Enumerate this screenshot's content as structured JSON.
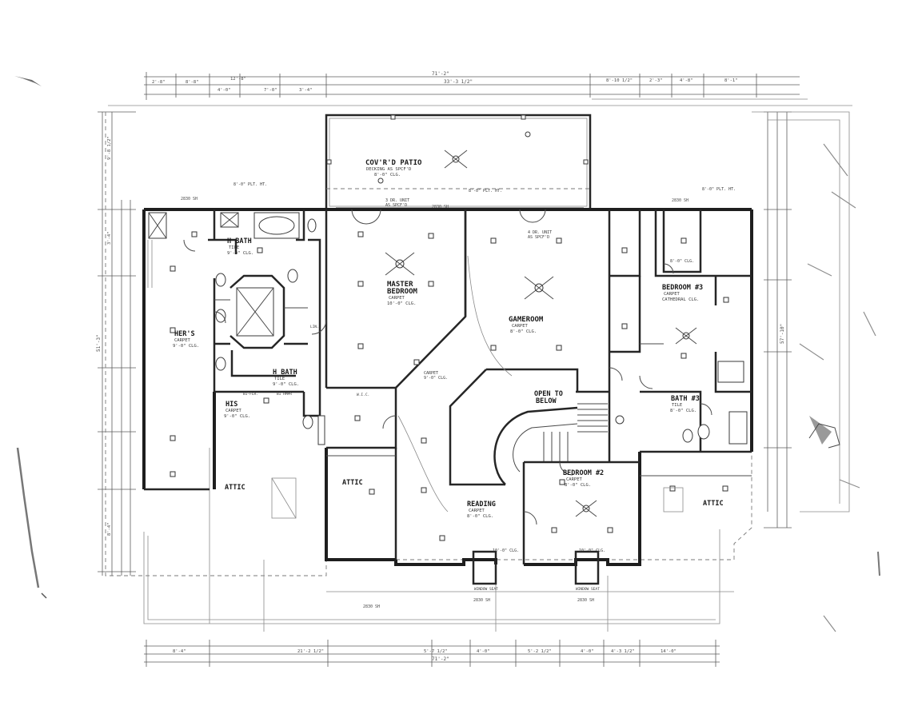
{
  "rooms": {
    "patio": {
      "name": "COV'R'D PATIO",
      "note1": "DECKING AS SPCF'D",
      "note2": "8'-0\" CLG."
    },
    "master": {
      "name": "MASTER",
      "name2": "BEDROOM",
      "floor": "CARPET",
      "ceiling": "10'-0\" CLG."
    },
    "gameroom": {
      "name": "GAMEROOM",
      "floor": "CARPET",
      "ceiling": "8'-0\" CLG."
    },
    "bedroom3": {
      "name": "BEDROOM #3",
      "floor": "CARPET",
      "ceiling": "CATHEDRAL CLG."
    },
    "bedroom2": {
      "name": "BEDROOM #2",
      "floor": "CARPET",
      "ceiling": "8'-0\" CLG."
    },
    "hbath1": {
      "name": "H BATH",
      "floor": "TILE",
      "ceiling": "9'-0\" CLG."
    },
    "hbath2": {
      "name": "H BATH",
      "floor": "TILE",
      "ceiling": "9'-0\" CLG."
    },
    "hers": {
      "name": "HER'S",
      "floor": "CARPET",
      "ceiling": "9'-0\" CLG."
    },
    "his": {
      "name": "HIS",
      "floor": "CARPET",
      "ceiling": "9'-0\" CLG."
    },
    "bath3": {
      "name": "BATH #3",
      "floor": "TILE",
      "ceiling": "8'-0\" CLG."
    },
    "reading": {
      "name": "READING",
      "floor": "CARPET",
      "ceiling": "8'-0\" CLG."
    },
    "opentobelow": {
      "name": "OPEN TO",
      "name2": "BELOW"
    },
    "attic_left": {
      "name": "ATTIC"
    },
    "attic_mid": {
      "name": "ATTIC"
    },
    "attic_right": {
      "name": "ATTIC"
    }
  },
  "notes": {
    "ac_unit_master": "3 DR. UNIT",
    "ac_unit_master2": "AS SPCF'D",
    "ac_unit_game": "4 DR. UNIT",
    "ac_unit_game2": "AS SPCF'D",
    "plate_height_left": "8'-0\" PLT. HT.",
    "plate_height_mid": "8'-0\" PLT. HT.",
    "plate_height_right": "8'-0\" PLT. HT.",
    "carpet_mid": "CARPET",
    "carpet_mid2": "9'-0\" CLG.",
    "window_seat_1": "WINDOW SEAT",
    "window_seat_2": "WINDOW SEAT",
    "clg_10_1": "10'-0\" CLG.",
    "clg_10_2": "10'-0\" CLG.",
    "clg_8_1": "8'-0\" CLG.",
    "bi_hamper": "BI HMPR",
    "bi_floor": "BI-FLR.",
    "linen": "LIN.",
    "wic": "W.I.C."
  },
  "dimensions": {
    "top_overall": "71'-2\"",
    "top_sub": "33'-3 1/2\"",
    "top_a": "2'-8\"",
    "top_b": "8'-8\"",
    "top_c": "12'-8\"",
    "top_d": "4'-0\"",
    "top_e": "7'-0\"",
    "top_f": "3'-4\"",
    "top_g": "8'-10 1/2\"",
    "top_h": "2'-3\"",
    "top_i": "4'-8\"",
    "top_j": "8'-1\"",
    "bottom_overall": "71'-2\"",
    "bottom_a": "8'-4\"",
    "bottom_b": "21'-2 1/2\"",
    "bottom_c": "5'-7 1/2\"",
    "bottom_d": "4'-0\"",
    "bottom_e": "5'-2 1/2\"",
    "bottom_f": "4'-0\"",
    "bottom_g": "4'-3 1/2\"",
    "bottom_h": "14'-0\"",
    "left_overall": "51'-3\"",
    "left_a": "9'-8 1/2\"",
    "left_b": "3'-4\"",
    "left_c": "8'-4\"",
    "right_overall": "57'-10\"",
    "win_2830_a": "2830 SH",
    "win_2830_b": "2830 SH",
    "win_2830_c": "2830 SH",
    "win_2830_d": "2830 SH",
    "win_2830_e": "2830 SH",
    "win_2830_f": "2830 SH"
  }
}
